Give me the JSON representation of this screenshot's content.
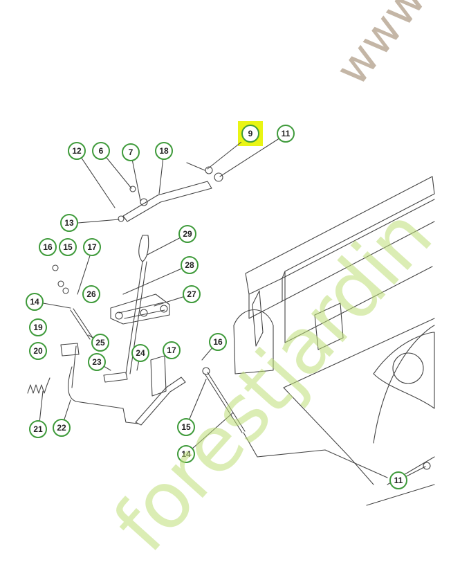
{
  "callouts": [
    {
      "label": "9",
      "highlighted": true
    },
    {
      "label": "11"
    },
    {
      "label": "12"
    },
    {
      "label": "6"
    },
    {
      "label": "7"
    },
    {
      "label": "18"
    },
    {
      "label": "13"
    },
    {
      "label": "29"
    },
    {
      "label": "16"
    },
    {
      "label": "15"
    },
    {
      "label": "17"
    },
    {
      "label": "28"
    },
    {
      "label": "14"
    },
    {
      "label": "26"
    },
    {
      "label": "27"
    },
    {
      "label": "19"
    },
    {
      "label": "25"
    },
    {
      "label": "20"
    },
    {
      "label": "24"
    },
    {
      "label": "23"
    },
    {
      "label": "17"
    },
    {
      "label": "16"
    },
    {
      "label": "21"
    },
    {
      "label": "22"
    },
    {
      "label": "15"
    },
    {
      "label": "14"
    },
    {
      "label": "11"
    }
  ],
  "watermark": {
    "domain_text": "www.ledomaine.com",
    "brand_text": "forestjardin"
  },
  "colors": {
    "callout_border": "#3e9a3a",
    "highlight": "#e9f514",
    "line_art": "#444444"
  }
}
